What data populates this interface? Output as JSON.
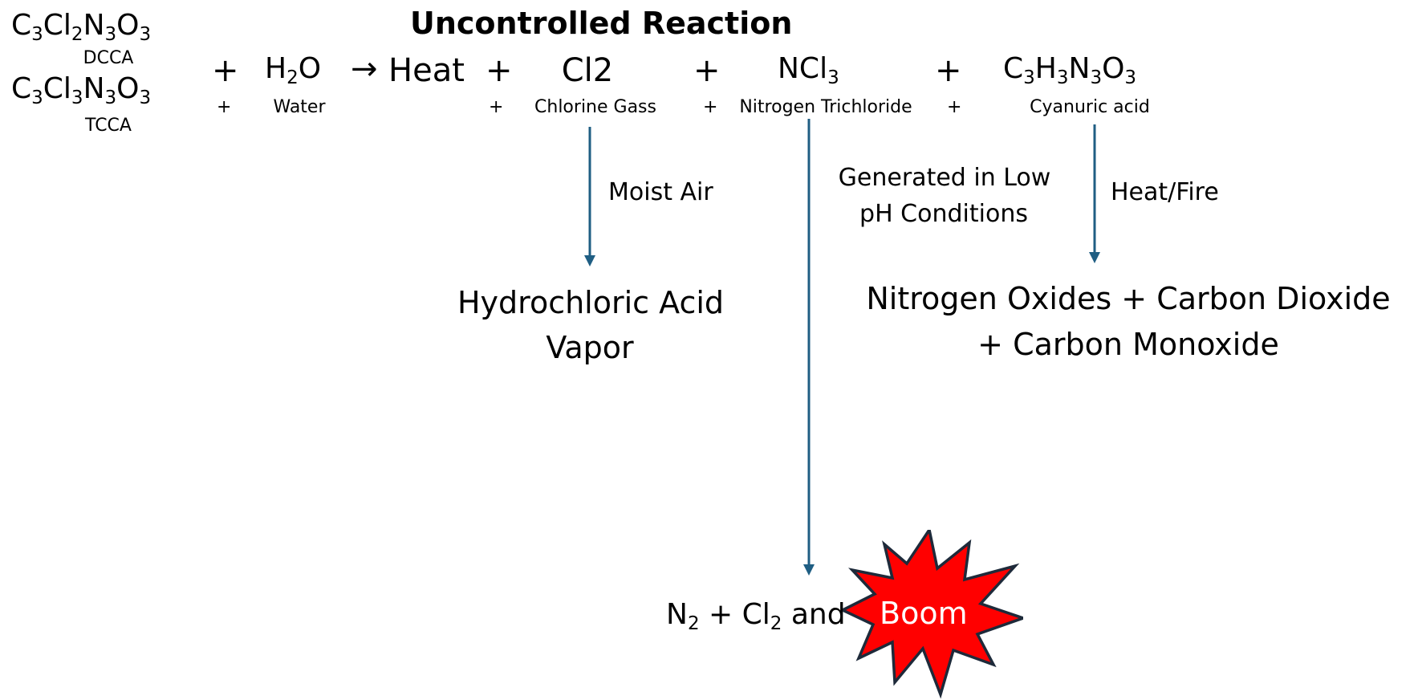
{
  "title": "Uncontrolled Reaction",
  "reactants": {
    "dcca": {
      "parts": [
        [
          "C",
          "3"
        ],
        [
          "Cl",
          "2"
        ],
        [
          "N",
          "3"
        ],
        [
          "O",
          "3"
        ]
      ],
      "label": "DCCA"
    },
    "tcca": {
      "parts": [
        [
          "C",
          "3"
        ],
        [
          "Cl",
          "3"
        ],
        [
          "N",
          "3"
        ],
        [
          "O",
          "3"
        ]
      ],
      "label": "TCCA"
    },
    "water": {
      "parts": [
        [
          "H",
          "2"
        ],
        [
          "O",
          ""
        ]
      ],
      "label": "Water"
    }
  },
  "operators": {
    "plus": "+",
    "arrow": "→",
    "plus_small": "+"
  },
  "products": {
    "heat": "Heat",
    "chlorine": {
      "formula": "Cl2",
      "label": "Chlorine Gass"
    },
    "ncl3": {
      "parts": [
        [
          "NCl",
          "3"
        ]
      ],
      "label": "Nitrogen Trichloride"
    },
    "cyanuric": {
      "parts": [
        [
          "C",
          "3"
        ],
        [
          "H",
          "3"
        ],
        [
          "N",
          "3"
        ],
        [
          "O",
          "3"
        ]
      ],
      "label": "Cyanuric acid"
    }
  },
  "conditions": {
    "moist_air": "Moist Air",
    "low_ph_line1": "Generated in Low",
    "low_ph_line2": "pH Conditions",
    "heat_fire": "Heat/Fire"
  },
  "results": {
    "hcl_line1": "Hydrochloric Acid",
    "hcl_line2": "Vapor",
    "oxides_line1": "Nitrogen Oxides + Carbon Dioxide",
    "oxides_line2": "+ Carbon Monoxide",
    "final": {
      "parts": [
        [
          "N",
          "2"
        ],
        [
          " + Cl",
          "2"
        ],
        [
          " and",
          ""
        ]
      ]
    },
    "boom": "Boom"
  },
  "colors": {
    "arrow": "#1F5E83",
    "burst_fill": "#FF0000",
    "burst_stroke": "#1E2A3A"
  }
}
